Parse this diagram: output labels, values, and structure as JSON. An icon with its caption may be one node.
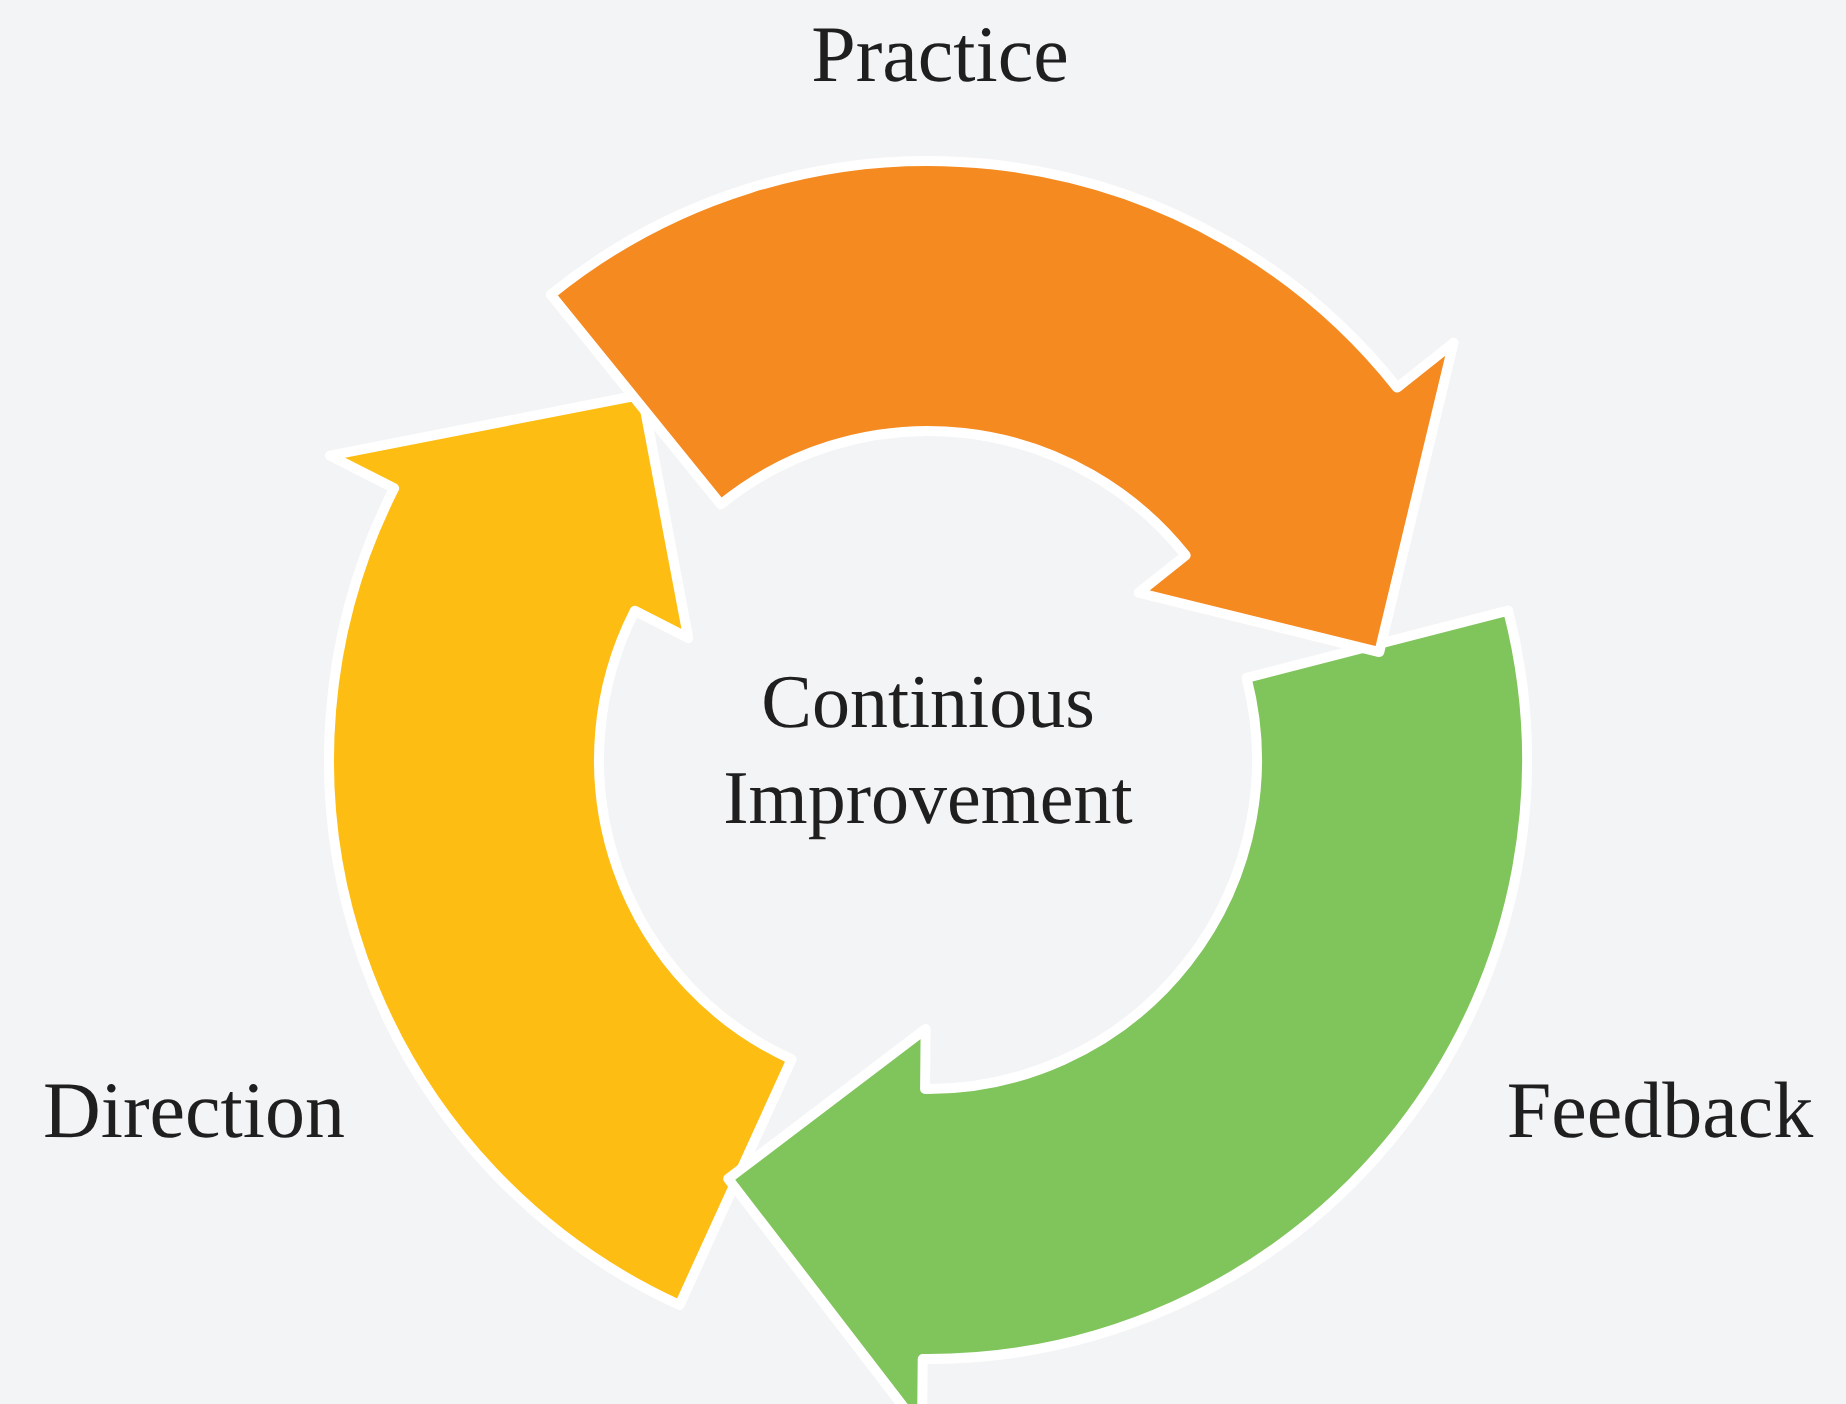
{
  "diagram": {
    "nodes": [
      {
        "text": [
          "Practice"
        ]
      },
      {
        "text": [
          "Feedback"
        ]
      },
      {
        "text": [
          "Direction"
        ]
      }
    ],
    "edges": [
      {
        "from": 0,
        "to": 1,
        "arrow": "to",
        "style": "thick",
        "color": "#f58a21"
      },
      {
        "from": 1,
        "to": 2,
        "arrow": "to",
        "style": "thick",
        "color": "#80c45c"
      },
      {
        "from": 2,
        "to": 0,
        "arrow": "to",
        "style": "thick",
        "color": "#fdbd13"
      }
    ],
    "labels": [
      "Continious Improvement"
    ]
  }
}
